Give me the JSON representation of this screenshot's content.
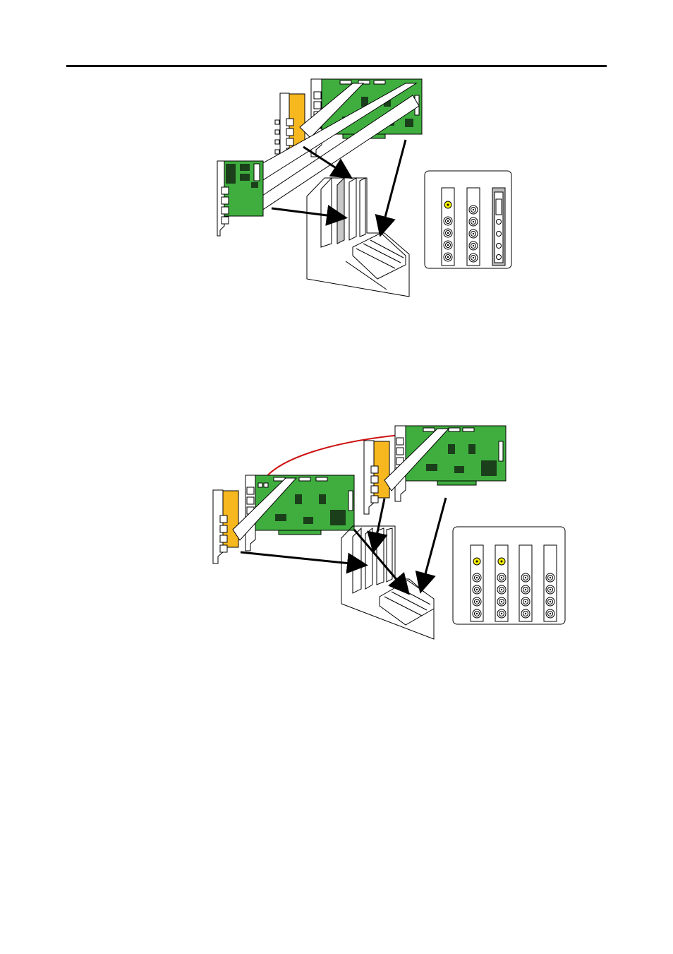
{
  "page": {
    "background": "#ffffff",
    "header_rule": true
  },
  "colors": {
    "pcb": "#3fae3f",
    "pcb_dark": "#2a7f2a",
    "chip": "#1a3f1a",
    "bracket_yellow": "#f7b81f",
    "ribbon": "#ffffff",
    "outline": "#000000",
    "slot_gray": "#c8c8c8",
    "red_wire": "#cc1111",
    "yellow_jack": "#f5f000"
  },
  "figures": [
    {
      "name": "figure-1-installation",
      "description_hidden": true,
      "cards": [
        "main-card-with-bracket",
        "expansion-card-small",
        "add-on-bracket"
      ],
      "rear_panel_brackets": 3
    },
    {
      "name": "figure-2-installation",
      "cards": [
        "main-card-1",
        "main-card-2",
        "add-on-bracket-1",
        "add-on-bracket-2"
      ],
      "rear_panel_brackets": 4
    }
  ]
}
